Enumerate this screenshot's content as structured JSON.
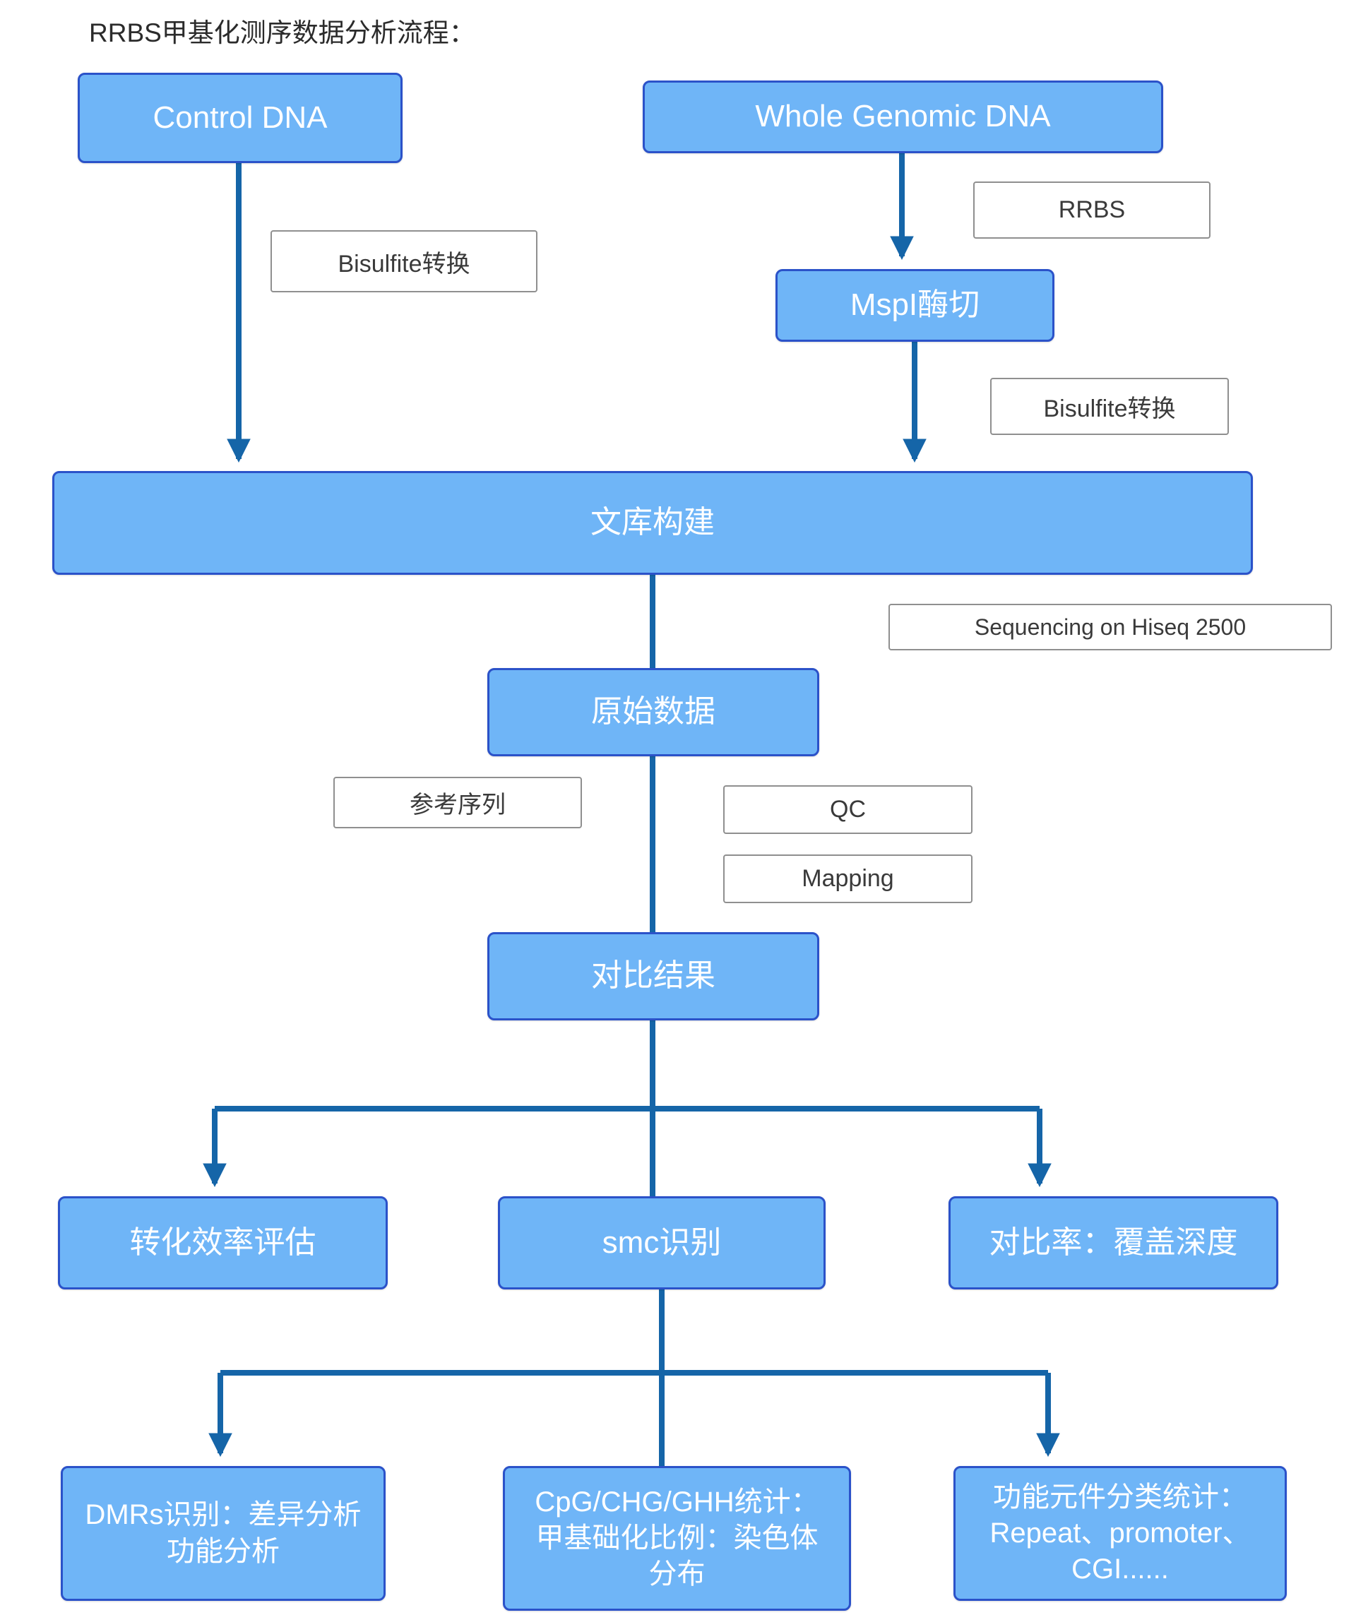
{
  "title": "RRBS甲基化测序数据分析流程：",
  "colors": {
    "box_fill": "#6FB5F7",
    "box_border": "#2B52C9",
    "arrow": "#1565A8",
    "label_border": "#8F8F8F",
    "label_text": "#3A3A3A",
    "title_text": "#2B2B2B"
  },
  "nodes": {
    "control_dna": "Control DNA",
    "whole_genomic_dna": "Whole Genomic DNA",
    "mspi_digest": "MspI酶切",
    "library_construction": "文库构建",
    "raw_data": "原始数据",
    "alignment_result": "对比结果",
    "conversion_efficiency": "转化效率评估",
    "smc_identification": "smc识别",
    "alignment_rate": "对比率：覆盖深度",
    "dmrs_lines": [
      "DMRs识别：差异分析",
      "功能分析"
    ],
    "cpg_lines": [
      "CpG/CHG/GHH统计：",
      "甲基础化比例：染色体",
      "分布"
    ],
    "functional_lines": [
      "功能元件分类统计：",
      "Repeat、promoter、",
      "CGI......"
    ]
  },
  "labels": {
    "rrbs": "RRBS",
    "bisulfite_left": "Bisulfite转换",
    "bisulfite_right": "Bisulfite转换",
    "sequencing": "Sequencing on Hiseq 2500",
    "reference": "参考序列",
    "qc": "QC",
    "mapping": "Mapping"
  }
}
